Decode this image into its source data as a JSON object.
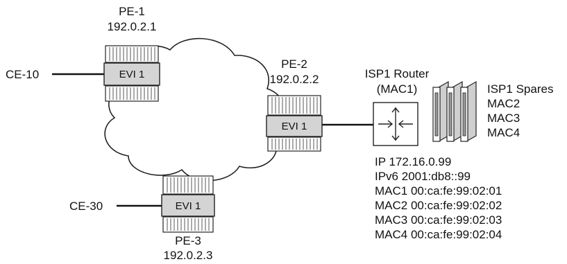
{
  "routers": {
    "pe1": {
      "name": "PE-1",
      "ip": "192.0.2.1",
      "evi": "EVI 1"
    },
    "pe2": {
      "name": "PE-2",
      "ip": "192.0.2.2",
      "evi": "EVI 1"
    },
    "pe3": {
      "name": "PE-3",
      "ip": "192.0.2.3",
      "evi": "EVI 1"
    }
  },
  "ce": {
    "ce10": "CE-10",
    "ce30": "CE-30"
  },
  "isp": {
    "router_name": "ISP1 Router",
    "router_mac": "(MAC1)",
    "spares_title": "ISP1 Spares",
    "spares": [
      "MAC2",
      "MAC3",
      "MAC4"
    ]
  },
  "addresses": [
    "IP 172.16.0.99",
    "IPv6 2001:db8::99",
    "MAC1 00:ca:fe:99:02:01",
    "MAC2 00:ca:fe:99:02:02",
    "MAC3 00:ca:fe:99:02:03",
    "MAC4 00:ca:fe:99:02:04"
  ]
}
